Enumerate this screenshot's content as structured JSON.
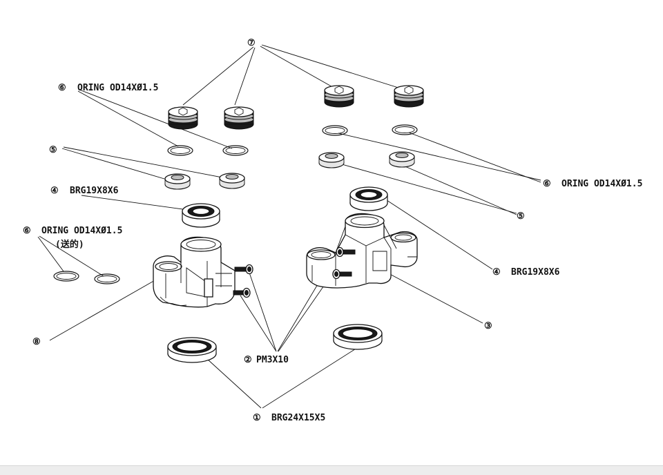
{
  "diagram": {
    "callouts": [
      {
        "id": "c7",
        "number": "⑦",
        "text": ""
      },
      {
        "id": "c6a",
        "number": "⑥",
        "text": "ORING OD14XØ1.5"
      },
      {
        "id": "c5a",
        "number": "⑤",
        "text": ""
      },
      {
        "id": "c4a",
        "number": "④",
        "text": "BRG19X8X6"
      },
      {
        "id": "c6c",
        "number": "⑥",
        "text": "ORING OD14XØ1.5",
        "note": "(送的)"
      },
      {
        "id": "c6b",
        "number": "⑥",
        "text": "ORING OD14XØ1.5"
      },
      {
        "id": "c5b",
        "number": "⑤",
        "text": ""
      },
      {
        "id": "c4b",
        "number": "④",
        "text": "BRG19X8X6"
      },
      {
        "id": "c3",
        "number": "③",
        "text": ""
      },
      {
        "id": "c8",
        "number": "⑧",
        "text": ""
      },
      {
        "id": "c2",
        "number": "②",
        "text": "PM3X10"
      },
      {
        "id": "c1",
        "number": "①",
        "text": "BRG24X15X5"
      }
    ],
    "colors": {
      "line": "#111111",
      "dark_part": "#1a1a1a",
      "shade": "#bdbdbd",
      "background": "#ffffff",
      "bottom_bar": "#ededed"
    }
  }
}
